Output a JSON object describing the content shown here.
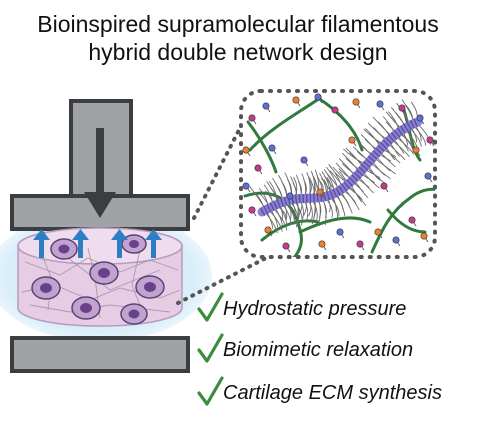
{
  "title": {
    "line1": "Bioinspired supramolecular filamentous",
    "line2": "hybrid double network design"
  },
  "bullets": [
    {
      "text": "Hydrostatic pressure"
    },
    {
      "text": "Biomimetic relaxation"
    },
    {
      "text": "Cartilage ECM synthesis"
    }
  ],
  "icons": {
    "press": "compression-press-icon",
    "down_arrow": "down-arrow-icon",
    "up_arrows": "up-arrow-icon",
    "cells": "cell-icon",
    "check": "checkmark-icon",
    "zoom": "zoom-inset-box"
  },
  "colors": {
    "plate_fill": "#a0a3a6",
    "plate_stroke": "#3b3d40",
    "arrow_blue": "#2d7ec2",
    "hydrogel_fill": "#e6cde4",
    "hydrogel_glow": "#c8e6f6",
    "cell_fill": "#bfa4cf",
    "cell_nucleus": "#6b3f8a",
    "polymer_green": "#2f7a3c",
    "fiber_purple": "#8a7fd0",
    "fiber_dark": "#5b4fa8",
    "end_orange": "#f07f2c",
    "end_magenta": "#c63a8e",
    "end_blue": "#5c6fd8",
    "check_green": "#3d8b3d",
    "dotted": "#555555"
  }
}
